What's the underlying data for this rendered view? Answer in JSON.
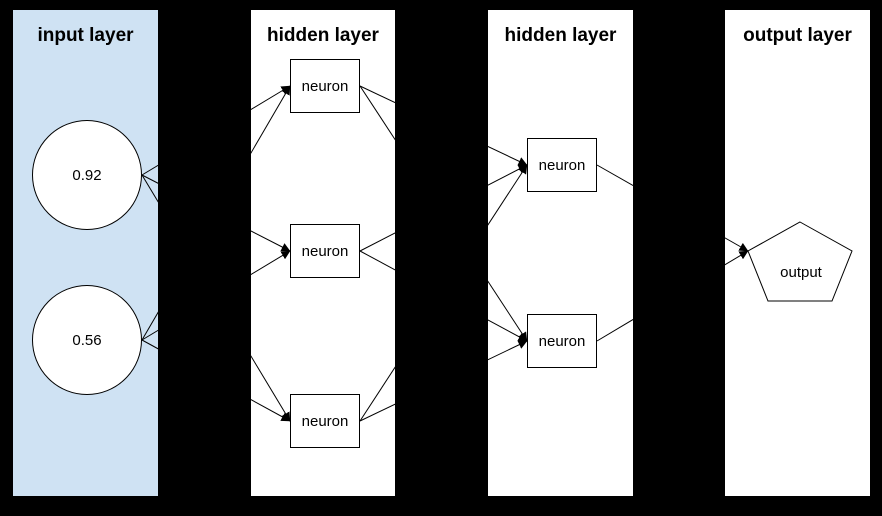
{
  "canvas": {
    "background": "#000000",
    "stroke_color": "#000000",
    "input_panel_fill": "#cfe2f3",
    "panel_fill": "#ffffff"
  },
  "layers": [
    {
      "id": "input",
      "title": "input layer",
      "fill": "#cfe2f3",
      "nodes": [
        {
          "id": "i0",
          "shape": "circle",
          "label": "0.92"
        },
        {
          "id": "i1",
          "shape": "circle",
          "label": "0.56"
        }
      ]
    },
    {
      "id": "hidden1",
      "title": "hidden layer",
      "fill": "#ffffff",
      "nodes": [
        {
          "id": "h10",
          "shape": "rect",
          "label": "neuron"
        },
        {
          "id": "h11",
          "shape": "rect",
          "label": "neuron"
        },
        {
          "id": "h12",
          "shape": "rect",
          "label": "neuron"
        }
      ]
    },
    {
      "id": "hidden2",
      "title": "hidden layer",
      "fill": "#ffffff",
      "nodes": [
        {
          "id": "h20",
          "shape": "rect",
          "label": "neuron"
        },
        {
          "id": "h21",
          "shape": "rect",
          "label": "neuron"
        }
      ]
    },
    {
      "id": "output",
      "title": "output layer",
      "fill": "#ffffff",
      "nodes": [
        {
          "id": "out",
          "shape": "pentagon",
          "label": "output"
        }
      ]
    }
  ],
  "edges": [
    {
      "from": "i0",
      "to": "h10"
    },
    {
      "from": "i0",
      "to": "h11"
    },
    {
      "from": "i0",
      "to": "h12"
    },
    {
      "from": "i1",
      "to": "h10"
    },
    {
      "from": "i1",
      "to": "h11"
    },
    {
      "from": "i1",
      "to": "h12"
    },
    {
      "from": "h10",
      "to": "h20"
    },
    {
      "from": "h10",
      "to": "h21"
    },
    {
      "from": "h11",
      "to": "h20"
    },
    {
      "from": "h11",
      "to": "h21"
    },
    {
      "from": "h12",
      "to": "h20"
    },
    {
      "from": "h12",
      "to": "h21"
    },
    {
      "from": "h20",
      "to": "out"
    },
    {
      "from": "h21",
      "to": "out"
    }
  ]
}
